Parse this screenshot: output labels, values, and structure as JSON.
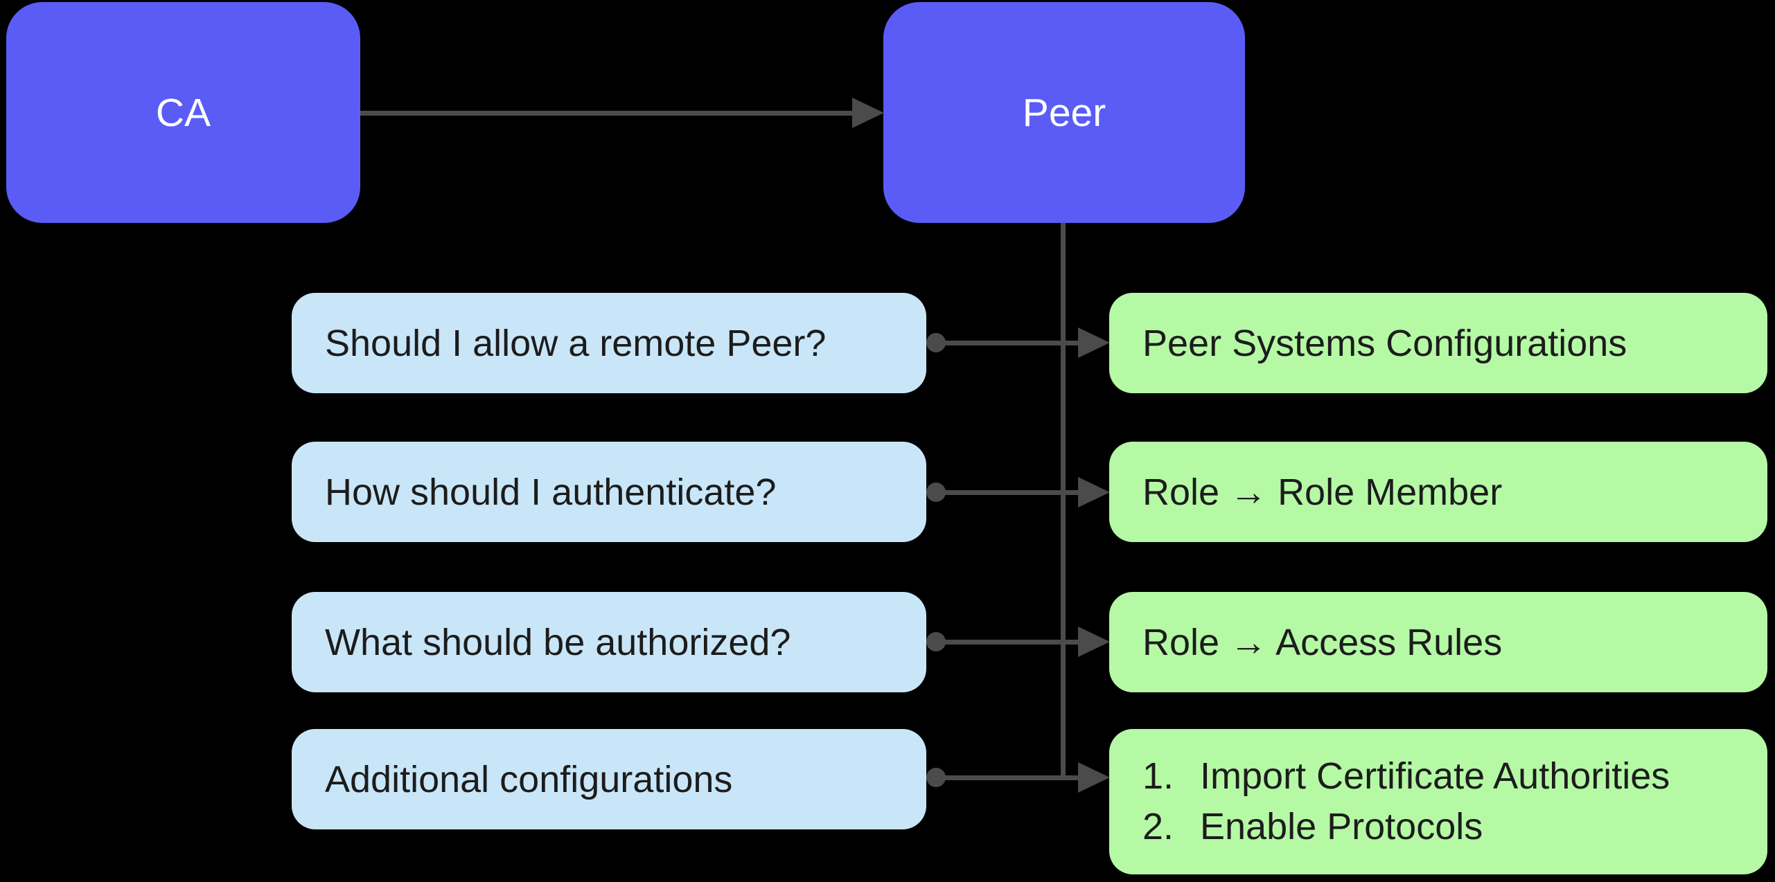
{
  "colors": {
    "background": "#000000",
    "node_fill": "#5b5cf6",
    "node_text": "#ffffff",
    "question_fill": "#c9e6f8",
    "answer_fill": "#b5f9a5",
    "box_text": "#1c1c1c",
    "connector": "#4b4b4b"
  },
  "nodes": {
    "ca": "CA",
    "peer": "Peer"
  },
  "rows": [
    {
      "question": "Should I allow a remote Peer?",
      "answer": "Peer Systems Configurations"
    },
    {
      "question": "How should I authenticate?",
      "answer": "Role → Role Member"
    },
    {
      "question": "What should be authorized?",
      "answer": "Role → Access Rules"
    },
    {
      "question": "Additional configurations",
      "answer_list": [
        {
          "num": "1.",
          "text": "Import Certificate Authorities"
        },
        {
          "num": "2.",
          "text": "Enable Protocols"
        }
      ]
    }
  ]
}
